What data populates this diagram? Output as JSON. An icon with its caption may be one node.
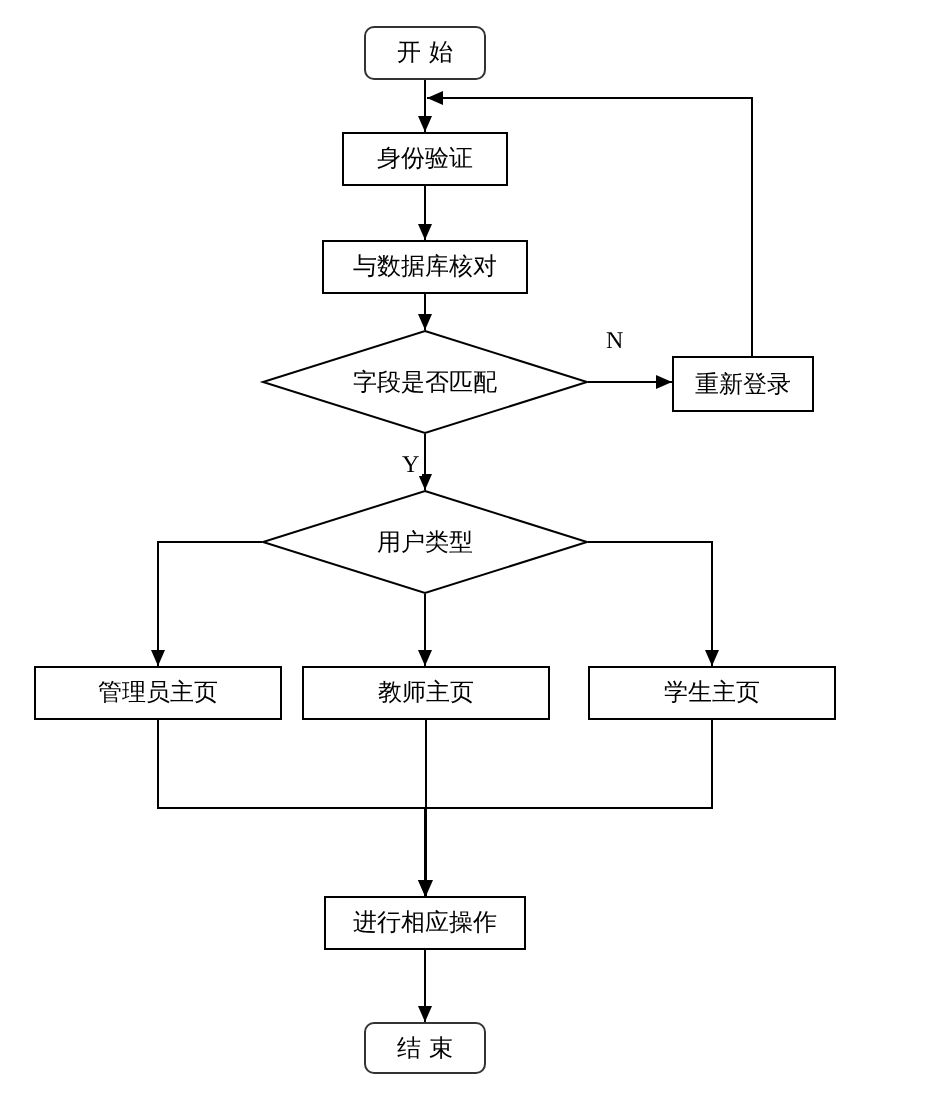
{
  "diagram": {
    "nodes": [
      {
        "text": [
          "开 始"
        ]
      },
      {
        "text": [
          "身份验证"
        ]
      },
      {
        "text": [
          "与数据库核对"
        ]
      },
      {
        "text": [
          "字段是否匹配"
        ]
      },
      {
        "text": [
          "重新登录"
        ]
      },
      {
        "text": [
          "用户类型"
        ]
      },
      {
        "text": [
          "管理员主页"
        ]
      },
      {
        "text": [
          "教师主页"
        ]
      },
      {
        "text": [
          "学生主页"
        ]
      },
      {
        "text": [
          "进行相应操作"
        ]
      },
      {
        "text": [
          "结 束"
        ]
      }
    ],
    "edges": [
      {
        "from": 0,
        "to": 1,
        "arrow": "to"
      },
      {
        "from": 1,
        "to": 2,
        "arrow": "to"
      },
      {
        "from": 2,
        "to": 3,
        "arrow": "to"
      },
      {
        "from": 3,
        "to": 4,
        "arrow": "to",
        "label": "N"
      },
      {
        "from": 4,
        "to": 1,
        "arrow": "to"
      },
      {
        "from": 3,
        "to": 5,
        "arrow": "to",
        "label": "Y"
      },
      {
        "from": 5,
        "to": 6,
        "arrow": "to"
      },
      {
        "from": 5,
        "to": 7,
        "arrow": "to"
      },
      {
        "from": 5,
        "to": 8,
        "arrow": "to"
      },
      {
        "from": 6,
        "to": 9,
        "arrow": "to"
      },
      {
        "from": 7,
        "to": 9,
        "arrow": "to"
      },
      {
        "from": 8,
        "to": 9,
        "arrow": "to"
      },
      {
        "from": 9,
        "to": 10,
        "arrow": "to"
      }
    ]
  }
}
